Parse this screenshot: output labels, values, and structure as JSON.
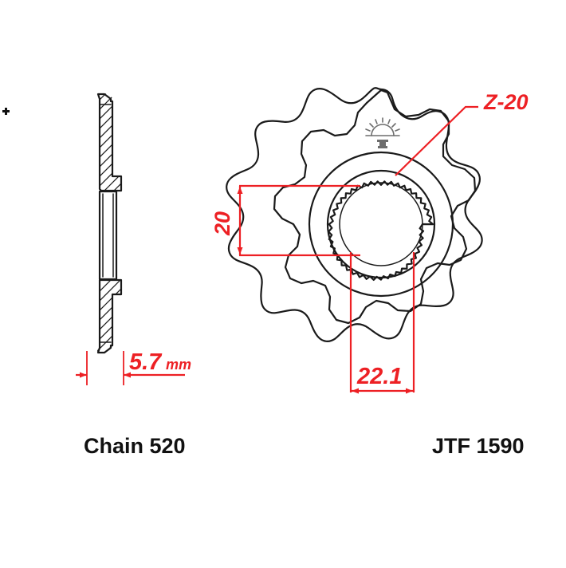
{
  "sheet": {
    "title": "JTF 1590 front sprocket technical drawing",
    "background_color": "#ffffff",
    "line_color": "#1a1a1a",
    "dimension_color": "#ED2024",
    "logo_color": "#6d6d6d"
  },
  "corner_mark": {
    "name": "registration-mark",
    "symbol": "+"
  },
  "section_view": {
    "name": "cross-section-side-view",
    "thickness_dimension": {
      "value": "5.7",
      "unit": "mm",
      "label": "5.7 mm"
    }
  },
  "front_view": {
    "name": "sprocket-front-view",
    "teeth_count": 14,
    "spline_count": 20,
    "spline_callout": {
      "label": "Z-20",
      "meaning": "20 splines"
    },
    "bore_dimension": {
      "value": "20",
      "label": "20",
      "orientation": "vertical"
    },
    "hub_dimension": {
      "value": "22.1",
      "label": "22.1",
      "orientation": "horizontal"
    },
    "logo": {
      "name": "sunrise-logo",
      "description": "sun with rays over horizon line"
    }
  },
  "captions": {
    "chain": "Chain 520",
    "part_number": "JTF 1590"
  }
}
